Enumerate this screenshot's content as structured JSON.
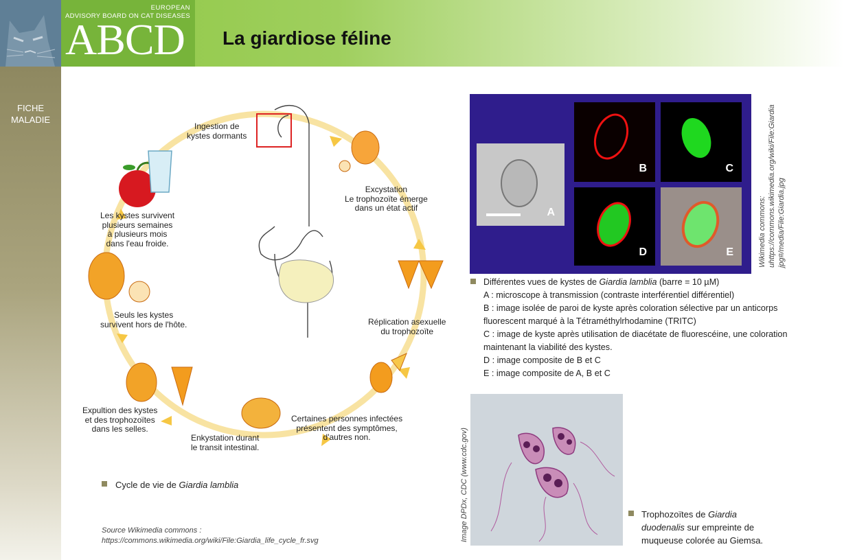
{
  "header": {
    "org_line1": "EUROPEAN",
    "org_line2": "ADVISORY BOARD ON CAT DISEASES",
    "logo_text": "ABCD",
    "title": "La giardiose féline"
  },
  "sidebar": {
    "label_line1": "FICHE",
    "label_line2": "MALADIE"
  },
  "cycle": {
    "ingestion": [
      "Ingestion de",
      "kystes dormants"
    ],
    "excystation": [
      "Excystation",
      "Le trophozoïte émerge",
      "dans un état actif"
    ],
    "replication": [
      "Réplication asexuelle",
      "du trophozoïte"
    ],
    "symptoms": [
      "Certaines personnes infectées",
      "présentent des symptômes,",
      "d'autres non."
    ],
    "enkystation": [
      "Enkystation durant",
      "le transit intestinal."
    ],
    "expulsion": [
      "Expultion des kystes",
      "et des trophozoïtes",
      "dans les selles."
    ],
    "outside": [
      "Seuls les kystes",
      "survivent hors de l'hôte."
    ],
    "survive": [
      "Les kystes survivent",
      "plusieurs semaines",
      "à plusieurs mois",
      "dans l'eau froide."
    ]
  },
  "captions": {
    "cycle_prefix": "Cycle de vie de ",
    "cycle_species": "Giardia lamblia",
    "cycle_source_1": "Source Wikimedia commons :",
    "cycle_source_2": "https://commons.wikimedia.org/wiki/File:Giardia_life_cycle_fr.svg",
    "micro_intro_prefix": "Différentes vues de kystes de ",
    "micro_intro_species": "Giardia lamblia",
    "micro_intro_suffix": " (barre = 10 µM)",
    "micro_lines": [
      "A : microscope à transmission (contraste interférentiel différentiel)",
      "B : image isolée de paroi de kyste après coloration sélective par un anticorps",
      "fluorescent marqué à la Tétraméthylrhodamine (TRITC)",
      "C : image de kyste après utilisation de diacétate de fluorescéine, une coloration",
      "maintenant la viabilité des kystes.",
      "D : image composite de B et C",
      "E : image composite de A, B et C"
    ],
    "micro_source_1": "Wikimedia commons:",
    "micro_source_2": "uhttps://commons.wikimedia.org/wiki/File:Giardia",
    "micro_source_3": "jpg#/media/File:Giardia.jpg",
    "tropho_prefix": "Trophozoïtes de ",
    "tropho_species_1": "Giardia",
    "tropho_species_2": "duodenalis",
    "tropho_line2_suffix": " sur empreinte de",
    "tropho_line3": "muqueuse colorée au Giemsa.",
    "tropho_source": "Image DPDx, CDC (www.cdc.gov)"
  },
  "micro_labels": [
    "A",
    "B",
    "C",
    "D",
    "E"
  ],
  "colors": {
    "green_header": "#8cc63f",
    "abcd_green": "#77b43a",
    "sidebar_olive": "#8e8860",
    "micro_background": "#2f1d8c",
    "cycle_arrow": "#f8d77a",
    "organism_orange": "#f39c1e"
  }
}
